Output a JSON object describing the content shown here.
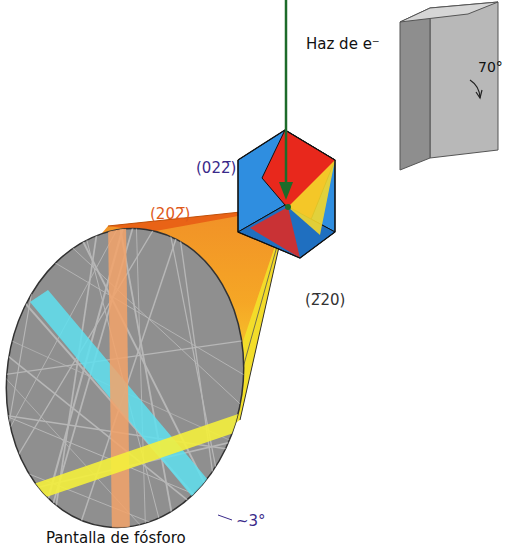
{
  "diagram": {
    "labels": [
      "Haz de e⁻",
      "(022̅)",
      "(202̅)",
      "(2̅20)",
      "70°",
      "~3°",
      "Pantalla de fósforo"
    ]
  }
}
